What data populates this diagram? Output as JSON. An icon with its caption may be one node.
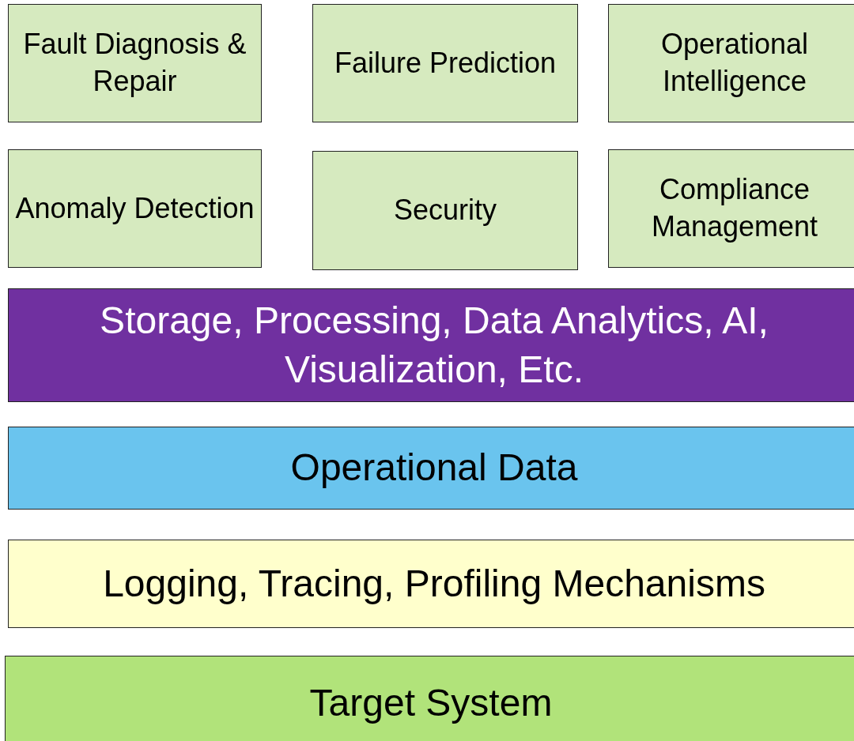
{
  "diagram": {
    "nodes": [
      {
        "text": [
          "Fault Diagnosis & Repair"
        ]
      },
      {
        "text": [
          "Failure Prediction"
        ]
      },
      {
        "text": [
          "Operational Intelligence"
        ]
      },
      {
        "text": [
          "Anomaly Detection"
        ]
      },
      {
        "text": [
          "Security"
        ]
      },
      {
        "text": [
          "Compliance Management"
        ]
      },
      {
        "text": [
          "Storage, Processing, Data Analytics, AI, Visualization, Etc."
        ]
      },
      {
        "text": [
          "Operational Data"
        ]
      },
      {
        "text": [
          "Logging, Tracing, Profiling Mechanisms"
        ]
      },
      {
        "text": [
          "Target System"
        ]
      }
    ]
  }
}
